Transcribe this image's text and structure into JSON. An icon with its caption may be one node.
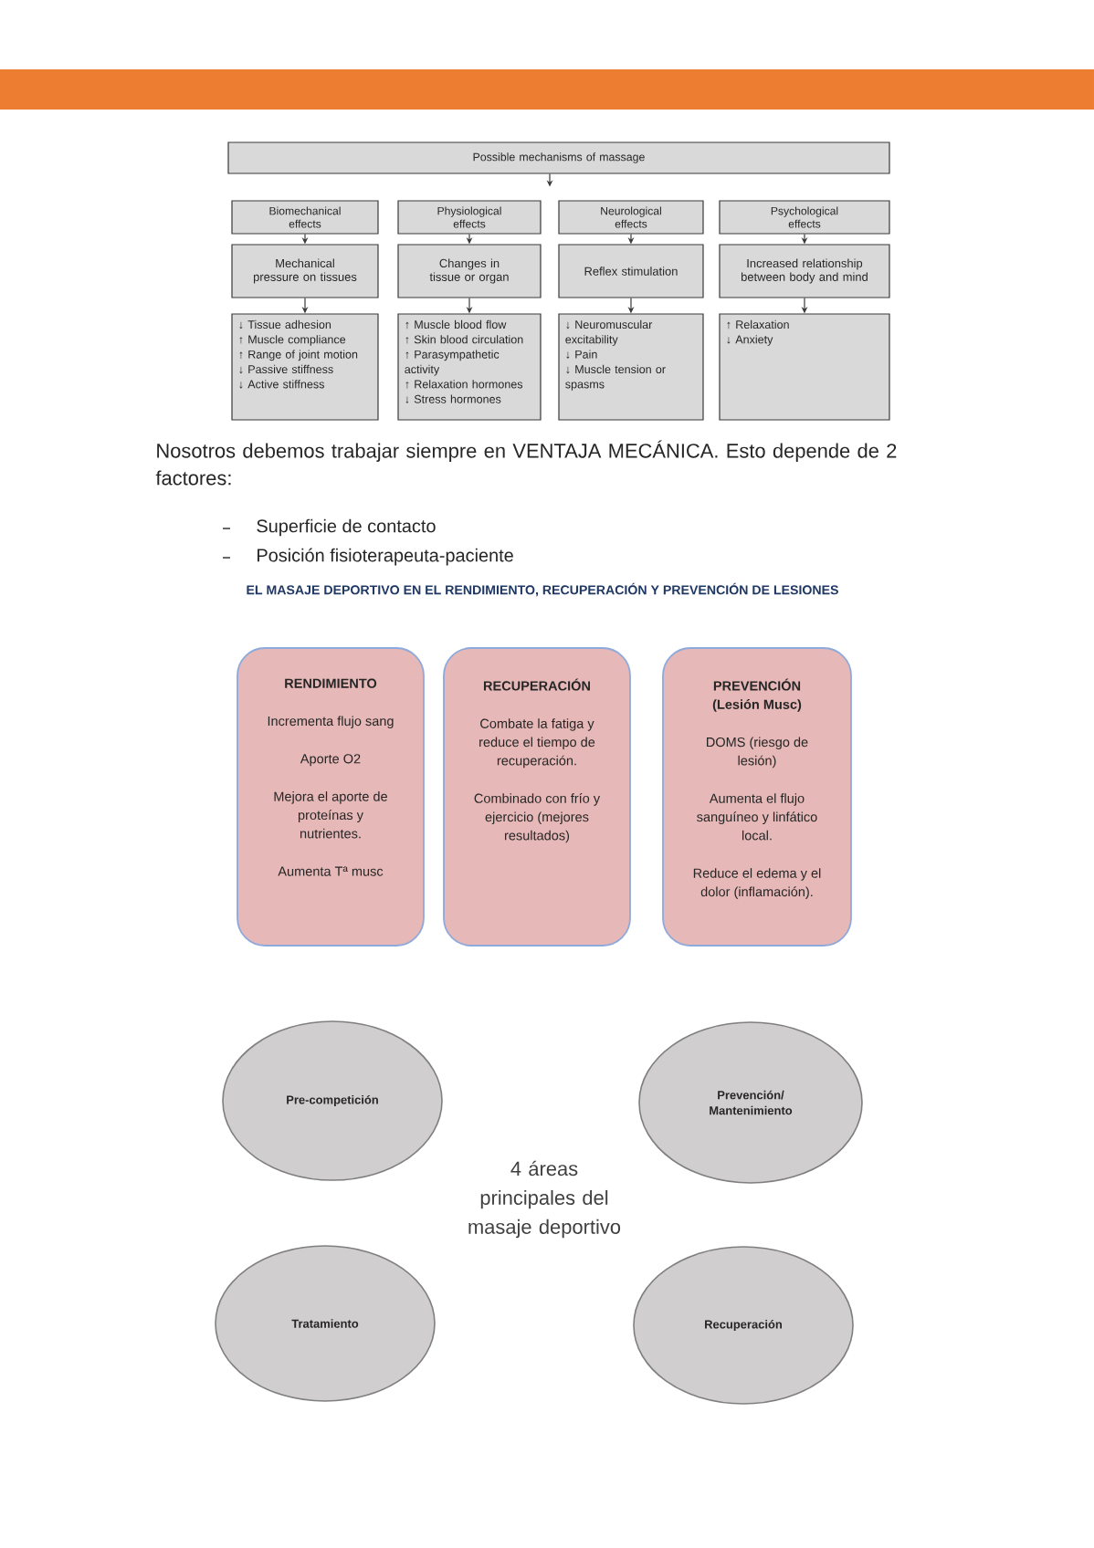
{
  "diagram": {
    "nodes": [
      {
        "text": [
          "Possible mechanisms of massage"
        ]
      },
      {
        "text": [
          "Biomechanical effects"
        ]
      },
      {
        "text": [
          "Physiological effects"
        ]
      },
      {
        "text": [
          "Neurological effects"
        ]
      },
      {
        "text": [
          "Psychological effects"
        ]
      },
      {
        "text": [
          "Mechanical pressure on tissues"
        ]
      },
      {
        "text": [
          "Changes in tissue or organ"
        ]
      },
      {
        "text": [
          "Reflex stimulation"
        ]
      },
      {
        "text": [
          "Increased relationship between body and mind"
        ]
      },
      {
        "text": [
          "↓ Tissue adhesion",
          "↑ Muscle compliance",
          "↑ Range of joint motion",
          "↓ Passive stiffness",
          "↓ Active stiffness"
        ]
      },
      {
        "text": [
          "↑ Muscle blood flow",
          "↑ Skin blood circulation",
          "↑ Parasympathetic activity",
          "↑ Relaxation hormones",
          "↓ Stress hormones"
        ]
      },
      {
        "text": [
          "↓ Neuromuscular excitability",
          "↓ Pain",
          "↓ Muscle tension or spasms"
        ]
      },
      {
        "text": [
          "↑ Relaxation",
          "↓ Anxiety"
        ]
      },
      {
        "text": [
          "RENDIMIENTO",
          "Incrementa flujo sang",
          "Aporte O2",
          "Mejora el aporte de proteínas y nutrientes.",
          "Aumenta Tª musc"
        ]
      },
      {
        "text": [
          "RECUPERACIÓN",
          "Combate la fatiga y reduce el tiempo de recuperación.",
          "Combinado con frío y ejercicio (mejores resultados)"
        ]
      },
      {
        "text": [
          "PREVENCIÓN (Lesión Musc)",
          "DOMS (riesgo de lesión)",
          "Aumenta el flujo sanguíneo y linfático local.",
          "Reduce el edema y el dolor (inflamación)."
        ]
      },
      {
        "text": [
          "Pre-competición"
        ]
      },
      {
        "text": [
          "Prevención/ Mantenimiento"
        ]
      },
      {
        "text": [
          "Tratamiento"
        ]
      },
      {
        "text": [
          "Recuperación"
        ]
      }
    ],
    "edges": [
      {
        "from": 0,
        "to": null,
        "arrow": "to"
      },
      {
        "from": 1,
        "to": 5,
        "arrow": "to"
      },
      {
        "from": 2,
        "to": 6,
        "arrow": "to"
      },
      {
        "from": 3,
        "to": 7,
        "arrow": "to"
      },
      {
        "from": 4,
        "to": 8,
        "arrow": "to"
      },
      {
        "from": 5,
        "to": 9,
        "arrow": "to"
      },
      {
        "from": 6,
        "to": 10,
        "arrow": "to"
      },
      {
        "from": 7,
        "to": 11,
        "arrow": "to"
      },
      {
        "from": 8,
        "to": 12,
        "arrow": "to"
      }
    ],
    "labels": [
      "Nosotros debemos trabajar siempre en VENTAJA MECÁNICA. Esto depende de 2 factores:",
      "Superficie de contacto",
      "Posición fisioterapeuta-paciente",
      "EL MASAJE DEPORTIVO EN EL RENDIMIENTO, RECUPERACIÓN Y PREVENCIÓN DE LESIONES",
      "4 áreas principales del masaje deportivo"
    ]
  }
}
